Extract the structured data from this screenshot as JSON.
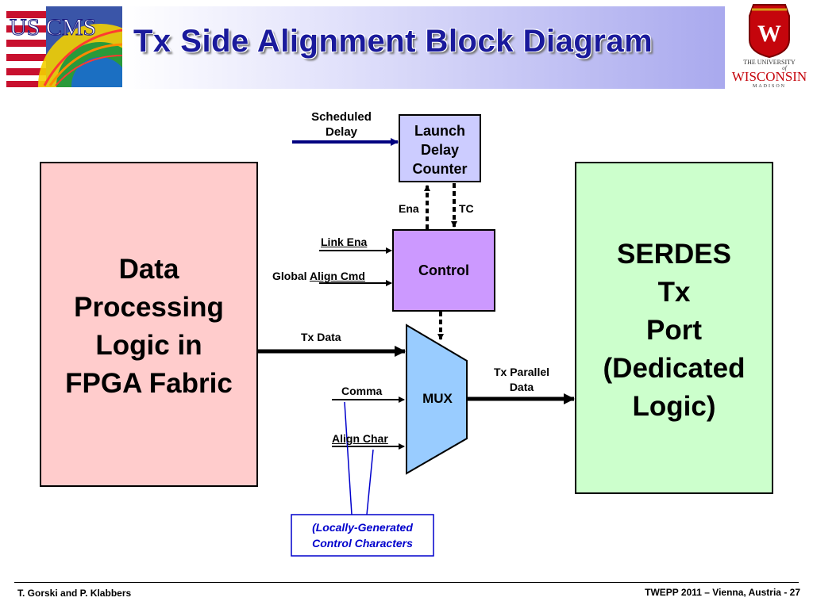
{
  "header": {
    "title": "Tx Side Alignment Block Diagram",
    "logo_left_text": "US CMS",
    "logo_right_lines": [
      "THE UNIVERSITY",
      "of",
      "WISCONSIN",
      "MADISON"
    ]
  },
  "diagram": {
    "data_processing": [
      "Data",
      "Processing",
      "Logic in",
      "FPGA Fabric"
    ],
    "serdes": [
      "SERDES",
      "Tx",
      "Port",
      "(Dedicated",
      "Logic)"
    ],
    "launch_counter": [
      "Launch",
      "Delay",
      "Counter"
    ],
    "control": "Control",
    "mux": "MUX",
    "scheduled_delay": [
      "Scheduled",
      "Delay"
    ],
    "ena": "Ena",
    "tc": "TC",
    "link_ena": "Link Ena",
    "global_align_prefix": "Global ",
    "global_align_suffix": "Align Cmd",
    "tx_data": "Tx Data",
    "tx_parallel": [
      "Tx Parallel",
      "Data"
    ],
    "comma": "Comma",
    "align_char": "Align Char",
    "note": [
      "(Locally-Generated",
      "Control Characters"
    ]
  },
  "colors": {
    "data_processing_fill": "#ffcccc",
    "serdes_fill": "#ccffcc",
    "launch_fill": "#ccccff",
    "control_fill": "#cc99ff",
    "mux_fill": "#99ccff",
    "arrow_navy": "#000080",
    "note_border": "#0000cc"
  },
  "footer": {
    "authors": "T. Gorski and P. Klabbers",
    "conference": "TWEPP 2011 – Vienna, Austria -  27"
  }
}
